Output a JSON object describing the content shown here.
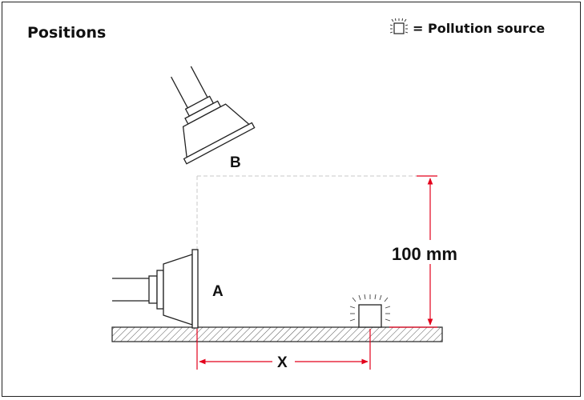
{
  "title": "Positions",
  "legend": {
    "icon": "pollution-source-icon",
    "label": "= Pollution source"
  },
  "diagram": {
    "position_a_label": "A",
    "position_b_label": "B",
    "height_label": "100 mm",
    "distance_label": "X"
  },
  "colors": {
    "dimension": "#e3001b",
    "outline": "#222222",
    "guide": "#c8c8c8"
  }
}
